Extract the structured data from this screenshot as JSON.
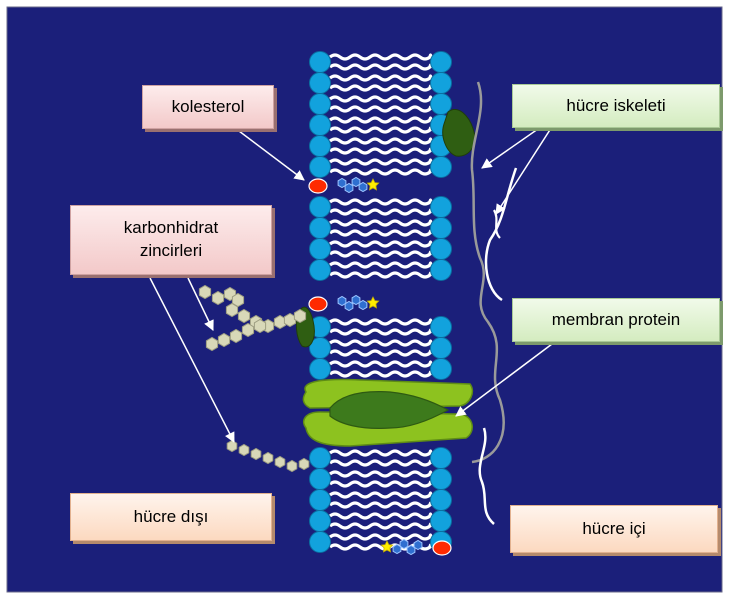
{
  "labels": {
    "kolesterol": "kolesterol",
    "karbonhidrat": "karbonhidrat\nzincirleri",
    "hucre_iskeleti": "hücre iskeleti",
    "membran_protein": "membran protein",
    "hucre_disi": "hücre dışı",
    "hucre_ici": "hücre içi"
  },
  "colors": {
    "background": "#1b1f7a",
    "phospholipid_head": "#12a2dd",
    "lipid_tail": "#ffffff",
    "cholesterol": "#ff2a00",
    "protein_light": "#8dc21f",
    "protein_dark": "#3d7a1c",
    "sugar": "#d8d8b8",
    "cytoskeleton_protein": "#2f5e12"
  }
}
